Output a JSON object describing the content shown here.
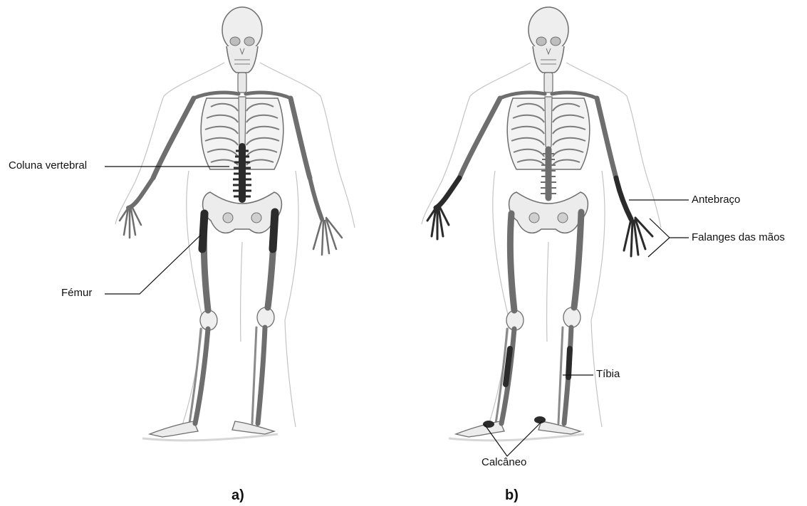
{
  "panels": [
    {
      "id": "a",
      "label": "a)",
      "annotations": {
        "spine": "Coluna vertebral",
        "femur": "Fémur"
      }
    },
    {
      "id": "b",
      "label": "b)",
      "annotations": {
        "forearm": "Antebraço",
        "phalanges": "Falanges das mãos",
        "tibia": "Tíbia",
        "calcaneus": "Calcâneo"
      }
    }
  ],
  "colors": {
    "bone_fill": "#f1f1f1",
    "bone_stroke": "#6e6e6e",
    "highlight": "#2b2b2b",
    "body_outline": "#b9b9b9",
    "leader_line": "#111111"
  }
}
